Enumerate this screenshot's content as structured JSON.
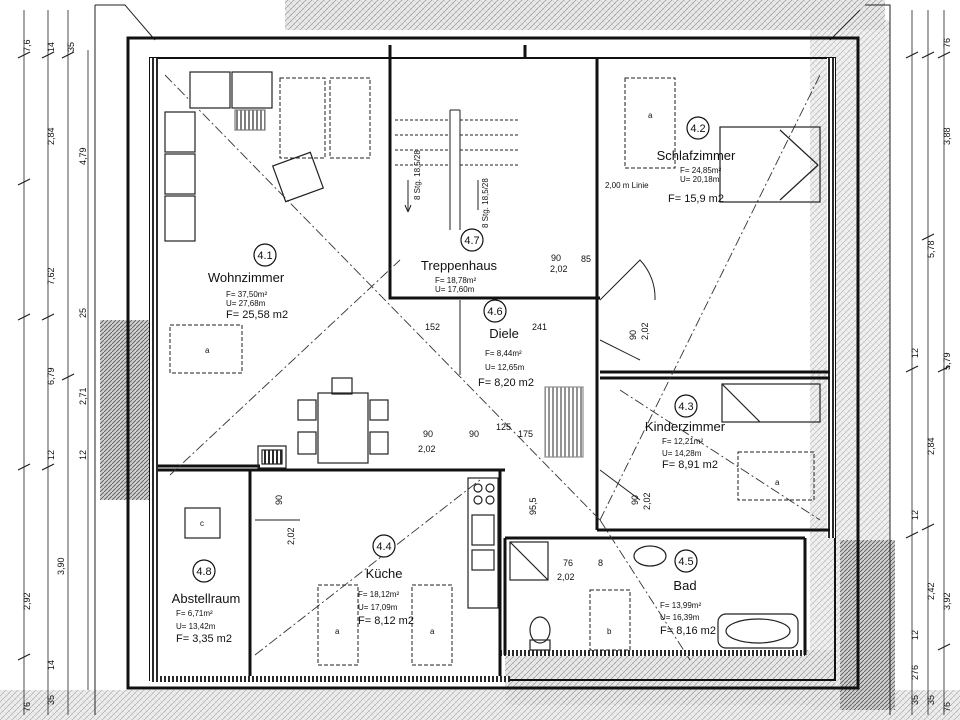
{
  "rooms": {
    "wohnzimmer": {
      "number": "4.1",
      "name": "Wohnzimmer",
      "f": "F= 37,50m²",
      "u": "U= 27,68m",
      "fn": "F= 25,58 m2",
      "furniture_label": "a"
    },
    "schlafzimmer": {
      "number": "4.2",
      "name": "Schlafzimmer",
      "f": "F= 24,85m²",
      "u": "U= 20,18m",
      "fn": "F= 15,9 m2",
      "note": "2,00 m Linie",
      "furniture_label": "a"
    },
    "kinderzimmer": {
      "number": "4.3",
      "name": "Kinderzimmer",
      "f": "F= 12,21m²",
      "u": "U= 14,28m",
      "fn": "F= 8,91 m2",
      "furniture_label": "a"
    },
    "kueche": {
      "number": "4.4",
      "name": "Küche",
      "f": "F= 18,12m²",
      "u": "U= 17,09m",
      "fn": "F= 8,12 m2",
      "furniture_label": "a"
    },
    "bad": {
      "number": "4.5",
      "name": "Bad",
      "f": "F= 13,99m²",
      "u": "U= 16,39m",
      "fn": "F= 8,16 m2",
      "furniture_label": "b"
    },
    "diele": {
      "number": "4.6",
      "name": "Diele",
      "f": "F= 8,44m²",
      "u": "U= 12,65m",
      "fn": "F= 8,20 m2"
    },
    "treppenhaus": {
      "number": "4.7",
      "name": "Treppenhaus",
      "f": "F= 18,78m²",
      "u": "U= 17,60m",
      "stair_left": "8 Stg. 18,5/28",
      "stair_right": "8 Stg. 18,5/28"
    },
    "abstellraum": {
      "number": "4.8",
      "name": "Abstellraum",
      "f": "F= 6,71m²",
      "u": "U= 13,42m",
      "fn": "F= 3,35 m2",
      "furniture_label": "c"
    }
  },
  "doors": {
    "treppe": {
      "w": "90",
      "h": "2,02",
      "side": "85"
    },
    "schlaf": {
      "w": "90",
      "h": "2,02"
    },
    "diele_a": {
      "w": "90",
      "h": "2,02"
    },
    "diele_b": {
      "w": "90"
    },
    "diele_c": {
      "w": "125"
    },
    "diele_d": {
      "w": "175"
    },
    "kueche": {
      "w": "90",
      "h": "2,02"
    },
    "kinder": {
      "w": "90",
      "h": "2,02"
    },
    "bad": {
      "w": "76",
      "h": "2,02",
      "side": "8"
    },
    "diele_152": "152",
    "diele_241": "241",
    "kueche_95": "95,5"
  },
  "dimensions": {
    "left_outer": [
      "7,6",
      "14",
      "35"
    ],
    "left_main": [
      "2,84",
      "7,62",
      "6,79",
      "2,92",
      "14",
      "35",
      "76"
    ],
    "left_inner": [
      "4,79",
      "2,71",
      "3,90"
    ],
    "left_small": [
      "25",
      "12",
      "12"
    ],
    "right_outer": [
      "76",
      "3,88",
      "5,79",
      "3,92",
      "76"
    ],
    "right_inner": [
      "5,78",
      "2,84",
      "2,42",
      "35",
      "276",
      "35"
    ],
    "right_small": [
      "12",
      "12",
      "12"
    ]
  }
}
